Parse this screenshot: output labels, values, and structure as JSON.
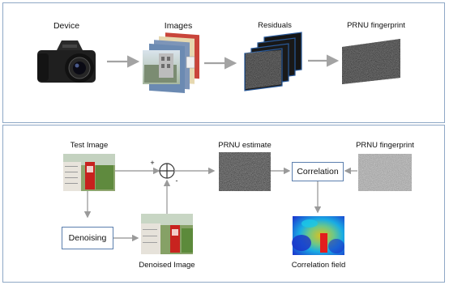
{
  "top": {
    "device_label": "Device",
    "images_label": "Images",
    "residuals_label": "Residuals",
    "prnu_label": "PRNU fingerprint"
  },
  "bottom": {
    "test_image_label": "Test Image",
    "prnu_estimate_label": "PRNU estimate",
    "prnu_fingerprint_label": "PRNU fingerprint",
    "correlation_label": "Correlation",
    "denoising_label": "Denoising",
    "denoised_image_label": "Denoised Image",
    "correlation_field_label": "Correlation field",
    "plus_sign": "+",
    "minus_sign": "-"
  },
  "colors": {
    "panel_border": "#8fa8c6",
    "box_border": "#5b7fae",
    "arrow": "#a3a3a3",
    "noise_dark": "#1d1d1d",
    "fingerprint_gray": "#8a8a8a"
  }
}
